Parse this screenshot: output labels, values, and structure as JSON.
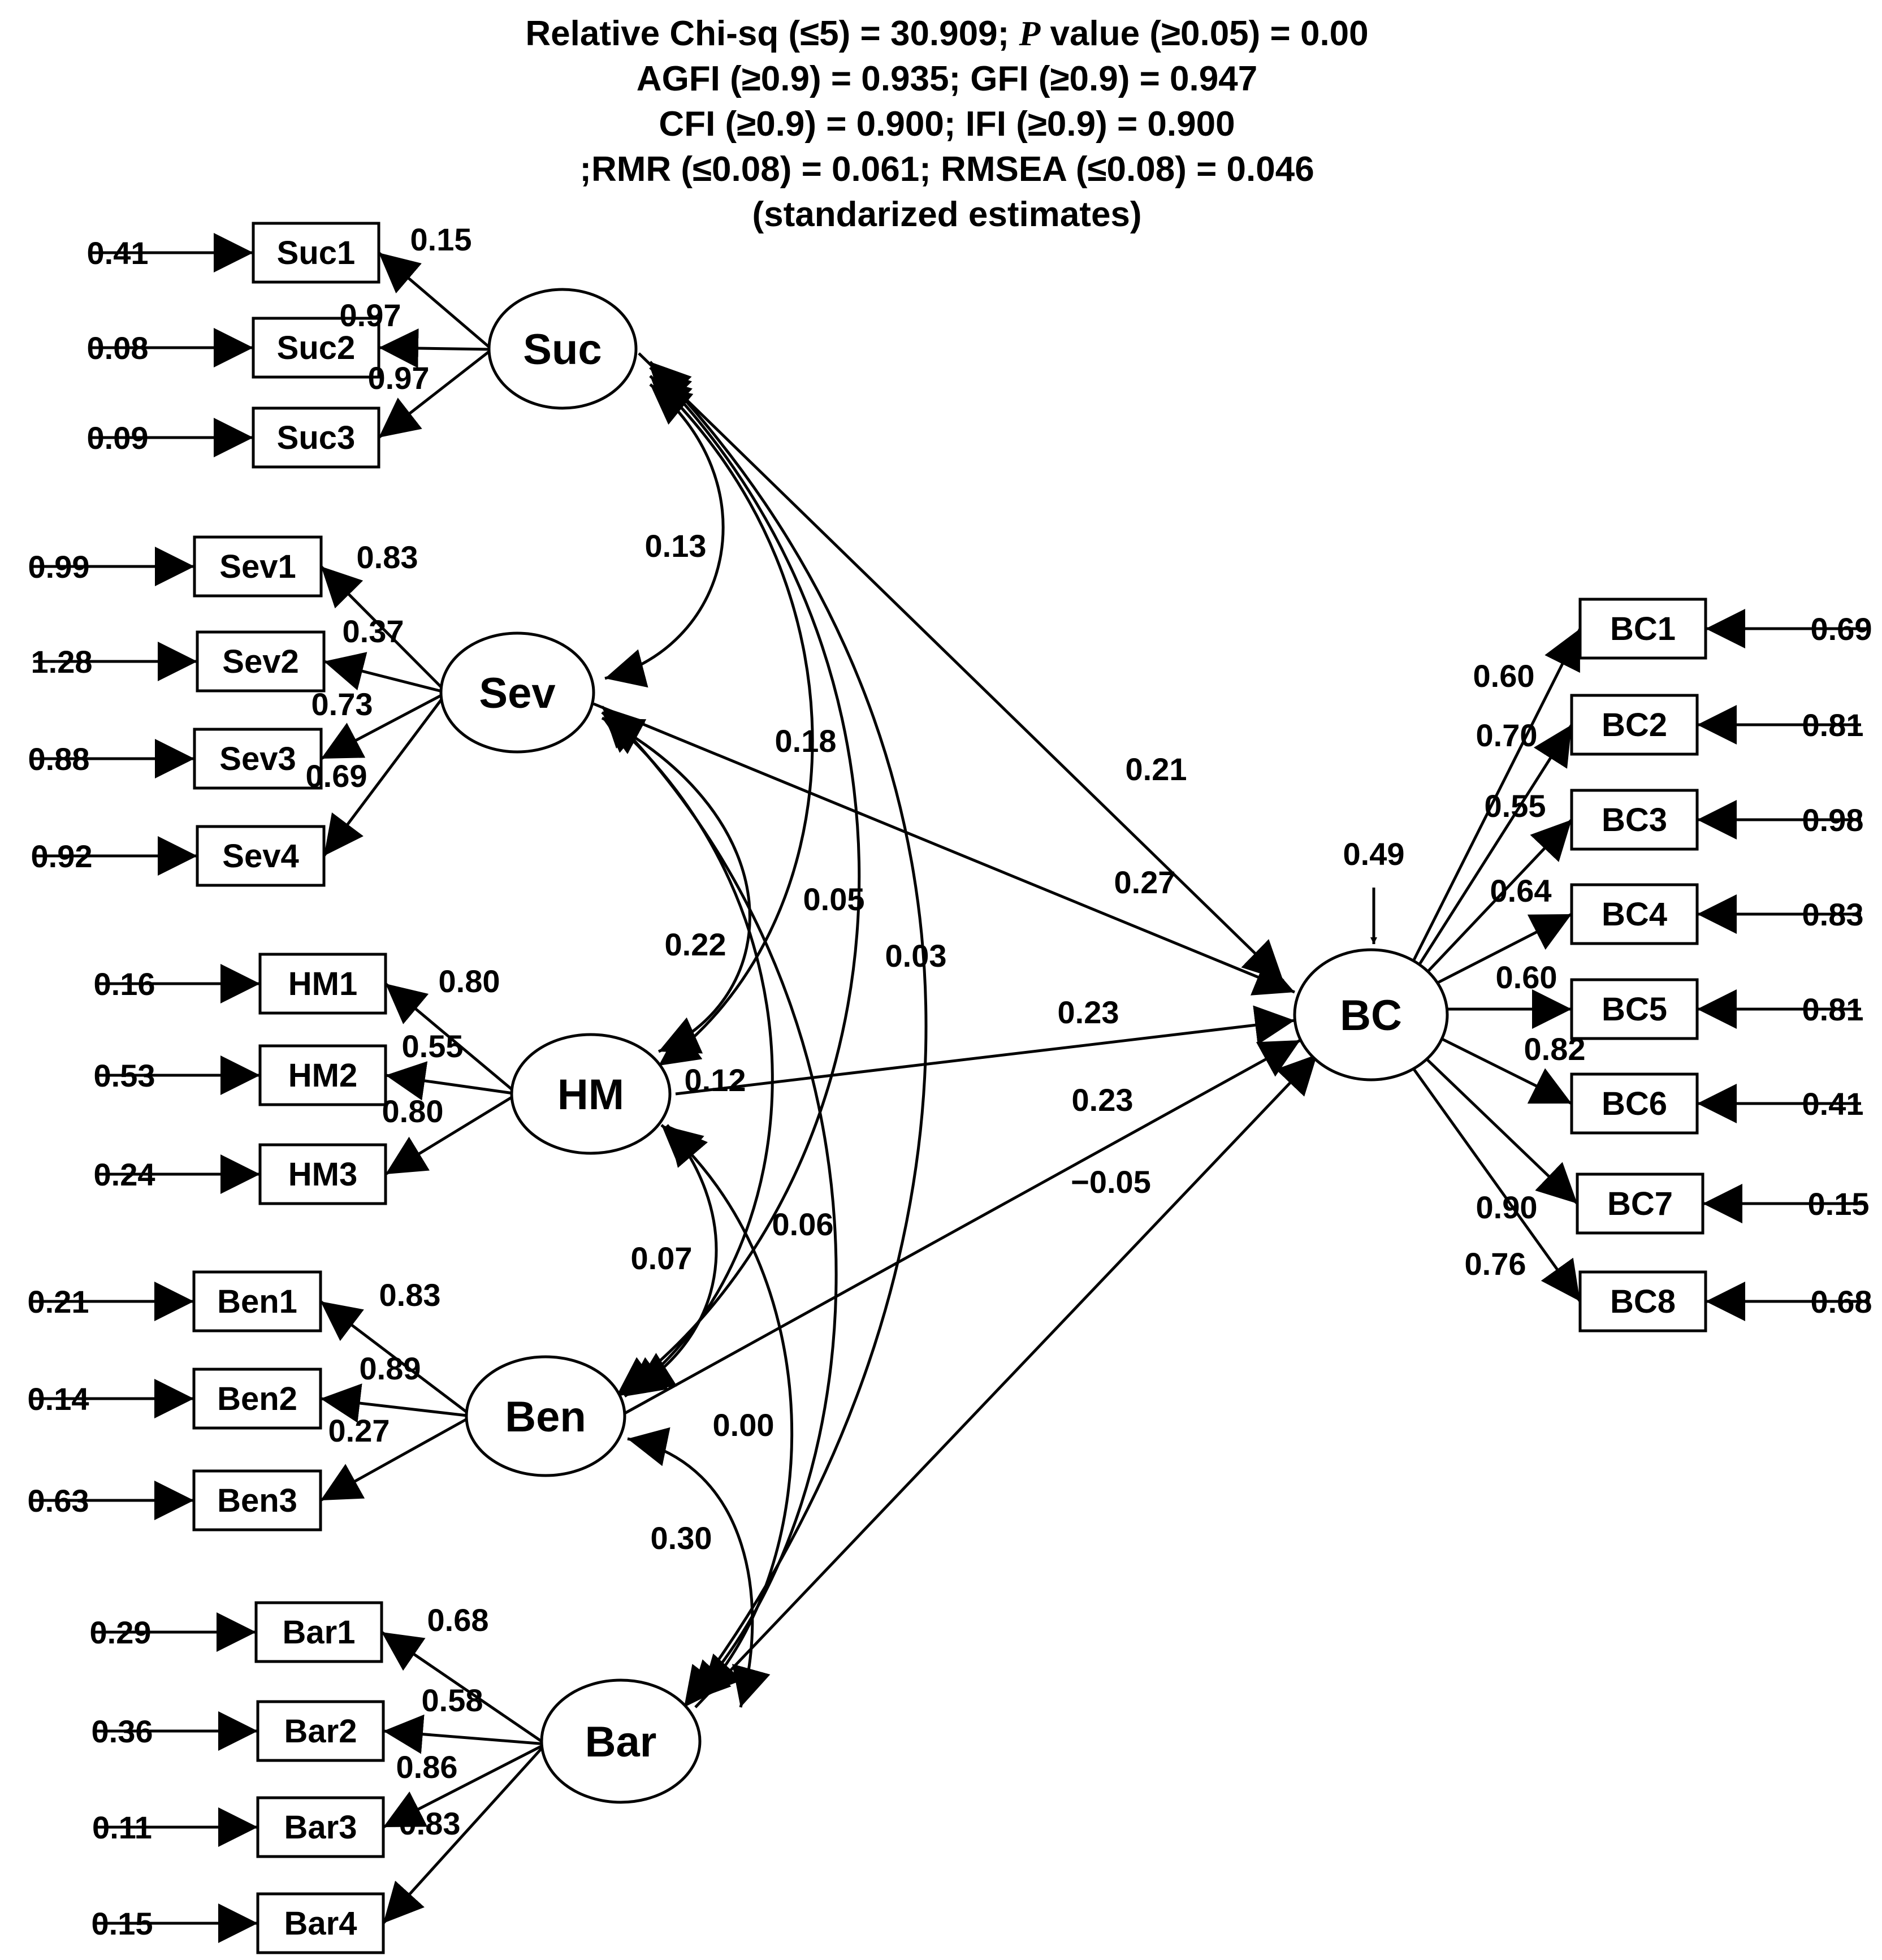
{
  "header": {
    "line1_a": "Relative Chi-sq (≤5) = 30.909; ",
    "line1_p": "P",
    "line1_b": " value (≥0.05) = 0.00",
    "line2": "AGFI (≥0.9) = 0.935; GFI (≥0.9) = 0.947",
    "line3": "CFI (≥0.9) = 0.900; IFI (≥0.9) = 0.900",
    "line4": ";RMR (≤0.08) = 0.061; RMSEA (≤0.08) = 0.046",
    "line5": "(standarized estimates)"
  },
  "latents": {
    "suc": "Suc",
    "sev": "Sev",
    "hm": "HM",
    "ben": "Ben",
    "bar": "Bar",
    "bc": "BC"
  },
  "indicators": {
    "suc": [
      {
        "name": "Suc1",
        "loading": "0.15",
        "error": "0.41"
      },
      {
        "name": "Suc2",
        "loading": "0.97",
        "error": "0.08"
      },
      {
        "name": "Suc3",
        "loading": "0.97",
        "error": "0.09"
      }
    ],
    "sev": [
      {
        "name": "Sev1",
        "loading": "0.83",
        "error": "0.99"
      },
      {
        "name": "Sev2",
        "loading": "0.37",
        "error": "1.28"
      },
      {
        "name": "Sev3",
        "loading": "0.73",
        "error": "0.88"
      },
      {
        "name": "Sev4",
        "loading": "0.69",
        "error": "0.92"
      }
    ],
    "hm": [
      {
        "name": "HM1",
        "loading": "0.80",
        "error": "0.16"
      },
      {
        "name": "HM2",
        "loading": "0.55",
        "error": "0.53"
      },
      {
        "name": "HM3",
        "loading": "0.80",
        "error": "0.24"
      }
    ],
    "ben": [
      {
        "name": "Ben1",
        "loading": "0.83",
        "error": "0.21"
      },
      {
        "name": "Ben2",
        "loading": "0.89",
        "error": "0.14"
      },
      {
        "name": "Ben3",
        "loading": "0.27",
        "error": "0.63"
      }
    ],
    "bar": [
      {
        "name": "Bar1",
        "loading": "0.68",
        "error": "0.29"
      },
      {
        "name": "Bar2",
        "loading": "0.58",
        "error": "0.36"
      },
      {
        "name": "Bar3",
        "loading": "0.86",
        "error": "0.11"
      },
      {
        "name": "Bar4",
        "loading": "0.83",
        "error": "0.15"
      }
    ],
    "bc": [
      {
        "name": "BC1",
        "loading": "0.60",
        "error": "0.69"
      },
      {
        "name": "BC2",
        "loading": "0.70",
        "error": "0.81"
      },
      {
        "name": "BC3",
        "loading": "0.55",
        "error": "0.98"
      },
      {
        "name": "BC4",
        "loading": "0.64",
        "error": "0.83"
      },
      {
        "name": "BC5",
        "loading": "0.60",
        "error": "0.81"
      },
      {
        "name": "BC6",
        "loading": "0.82",
        "error": "0.41"
      },
      {
        "name": "BC7",
        "loading": "0.90",
        "error": "0.15"
      },
      {
        "name": "BC8",
        "loading": "0.76",
        "error": "0.68"
      }
    ]
  },
  "paths": {
    "suc_bc": "0.21",
    "sev_bc": "0.27",
    "hm_bc": "0.23",
    "ben_bc": "0.23",
    "bar_bc": "−0.05",
    "bc_residual": "0.49"
  },
  "correlations": {
    "suc_sev": "0.13",
    "suc_hm": "0.05",
    "suc_ben": "0.03",
    "suc_bar": "0.18",
    "sev_hm": "0.22",
    "sev_ben": "0.12",
    "sev_bar": "0.06",
    "hm_ben": "0.07",
    "hm_bar": "0.00",
    "ben_bar": "0.30"
  }
}
